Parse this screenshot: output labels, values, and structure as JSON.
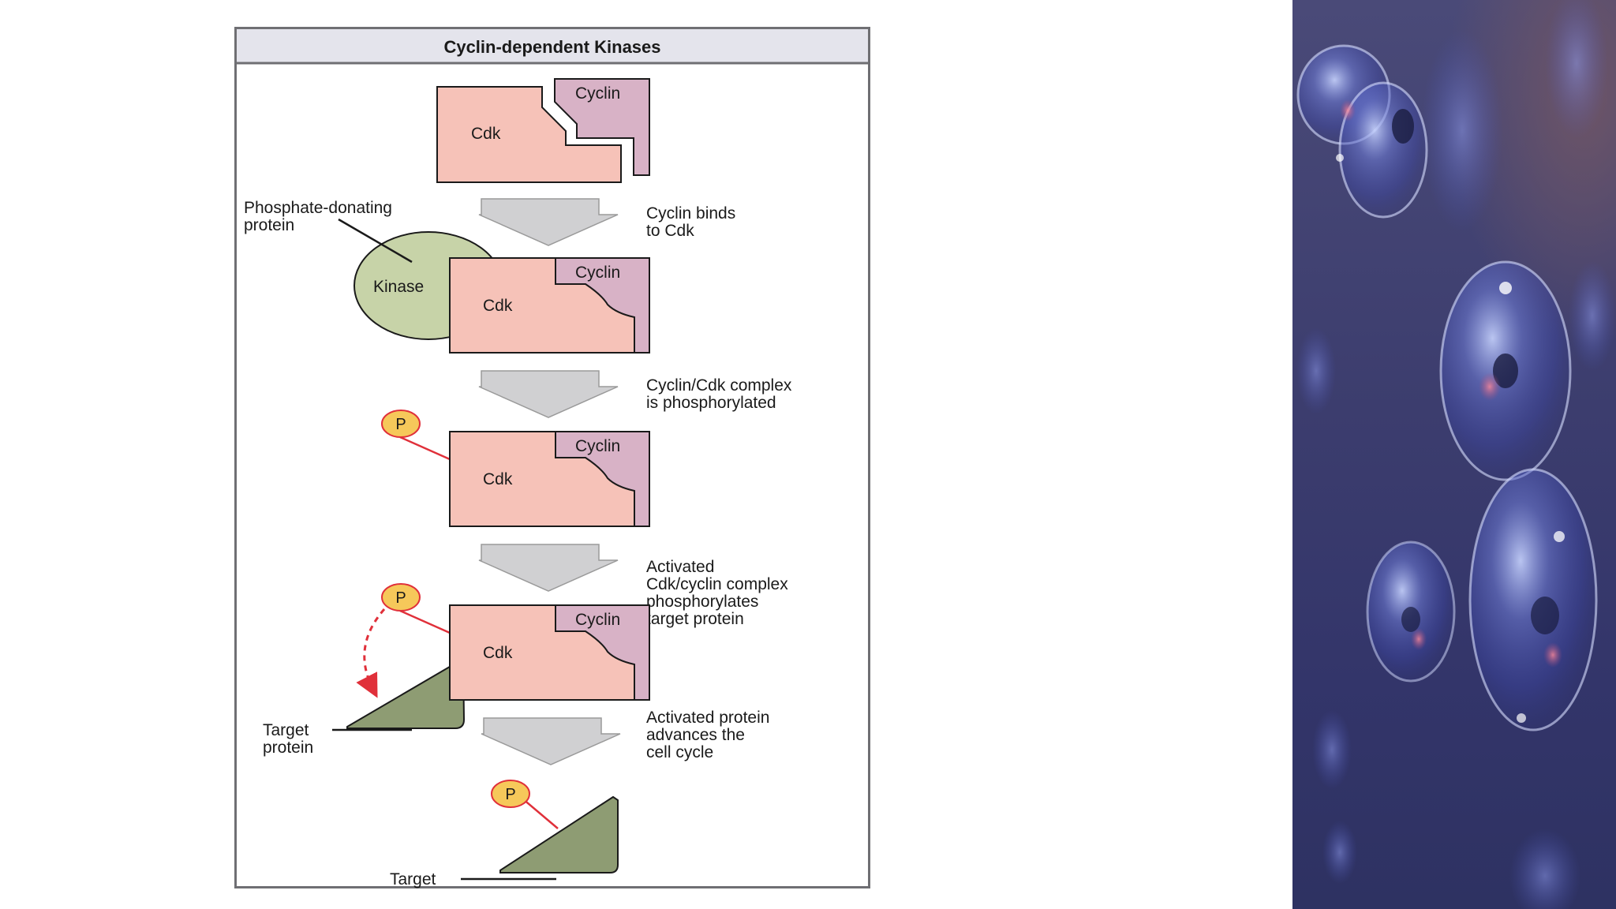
{
  "figure": {
    "title": "Cyclin-dependent Kinases",
    "labels": {
      "cdk": "Cdk",
      "cyclin": "Cyclin",
      "kinase": "Kinase",
      "phosphate": "P",
      "phosphate_donor_line1": "Phosphate-donating",
      "phosphate_donor_line2": "protein",
      "target_line1": "Target",
      "target_line2": "protein"
    },
    "steps": [
      {
        "line1": "Cyclin binds",
        "line2": "to Cdk",
        "line3": "",
        "line4": ""
      },
      {
        "line1": "Cyclin/Cdk complex",
        "line2": "is phosphorylated",
        "line3": "",
        "line4": ""
      },
      {
        "line1": "Activated",
        "line2": "Cdk/cyclin complex",
        "line3": "phosphorylates",
        "line4": "target protein"
      },
      {
        "line1": "Activated protein",
        "line2": "advances the",
        "line3": "cell cycle",
        "line4": ""
      }
    ]
  },
  "colors": {
    "cdk_fill": "#f6c2b8",
    "cyclin_fill": "#d8b2c6",
    "kinase_fill": "#c7d3a8",
    "target_fill": "#8e9c73",
    "phosphate_fill": "#f6c85a",
    "arrow_fill": "#d0d0d2",
    "header_fill": "#e4e4ec",
    "red_line": "#e0303a"
  }
}
